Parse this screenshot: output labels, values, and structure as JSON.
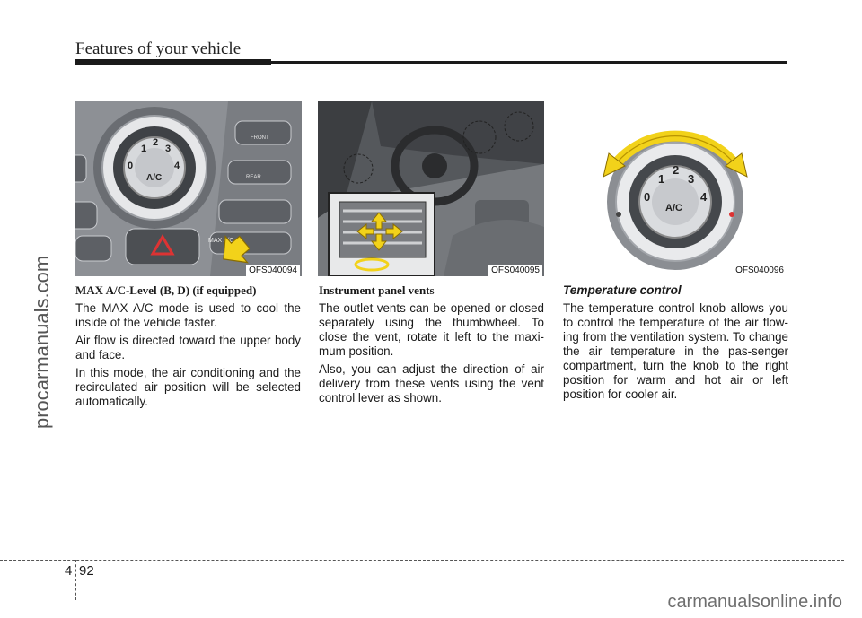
{
  "header": {
    "title": "Features of your vehicle"
  },
  "watermarks": {
    "left": "procarmanuals.com",
    "bottom": "carmanualsonline.info"
  },
  "figures": [
    {
      "code": "OFS040094",
      "labels": {
        "knob_numbers": [
          "1",
          "2",
          "3",
          "0",
          "4"
        ],
        "ac": "A/C",
        "front": "FRONT",
        "rear": "REAR",
        "max_ac": "MAX A/C"
      }
    },
    {
      "code": "OFS040095"
    },
    {
      "code": "OFS040096",
      "labels": {
        "knob_numbers": [
          "1",
          "2",
          "3",
          "0",
          "4"
        ],
        "ac": "A/C"
      }
    }
  ],
  "columns": [
    {
      "heading": "MAX A/C-Level (B, D) (if equipped)",
      "paragraphs": [
        "The MAX A/C mode is used to cool the inside of the vehicle faster.",
        "Air flow is directed toward the upper body and face.",
        "In this mode, the air conditioning and the recirculated air position will be selected automatically."
      ]
    },
    {
      "heading": "Instrument panel vents",
      "paragraphs": [
        "The outlet vents can be opened or closed separately using the thumbwheel. To close the vent, rotate it left to the maxi-mum position.",
        "Also, you can adjust the direction of air delivery from these vents using the vent control lever as shown."
      ]
    },
    {
      "heading": "Temperature control",
      "paragraphs": [
        "The temperature control knob allows you to control the temperature of the air flow-ing from the ventilation system. To change the air temperature in the pas-senger compartment, turn the knob to the right position for warm and hot air or left position for cooler air."
      ]
    }
  ],
  "footer": {
    "chapter": "4",
    "page": "92"
  },
  "colors": {
    "arrow_yellow": "#f2d21a",
    "panel_gray": "#8a8d92",
    "text": "#1a1a1a"
  }
}
